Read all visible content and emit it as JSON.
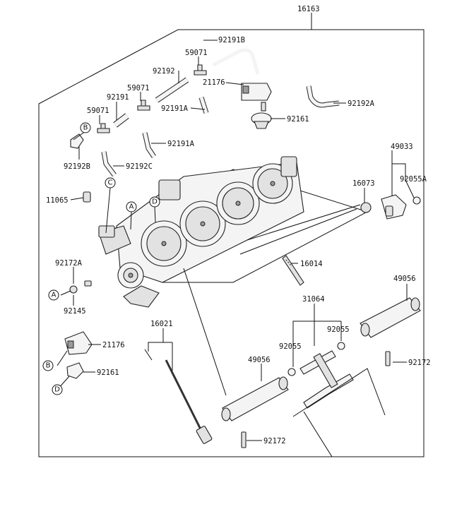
{
  "diagram": {
    "assembly_number": "16163",
    "callouts": {
      "c92191B": "92191B",
      "c59071a": "59071",
      "c92192": "92192",
      "c21176a": "21176",
      "c59071b": "59071",
      "c92191": "92191",
      "c92192A": "92192A",
      "c59071c": "59071",
      "c92191Aa": "92191A",
      "c92161a": "92161",
      "c92191Ab": "92191A",
      "c92192B": "92192B",
      "c92192C": "92192C",
      "c49033": "49033",
      "c92055A": "92055A",
      "c16073": "16073",
      "c11065": "11065",
      "c16014": "16014",
      "c92172A": "92172A",
      "c92145": "92145",
      "c49056a": "49056",
      "c31064": "31064",
      "c16021": "16021",
      "c92055a": "92055",
      "c92055b": "92055",
      "c21176b": "21176",
      "c92172a": "92172",
      "c92161b": "92161",
      "c49056b": "49056",
      "c92172b": "92172"
    },
    "reference_marks": {
      "A": "A",
      "B": "B",
      "C": "C",
      "D": "D"
    }
  }
}
